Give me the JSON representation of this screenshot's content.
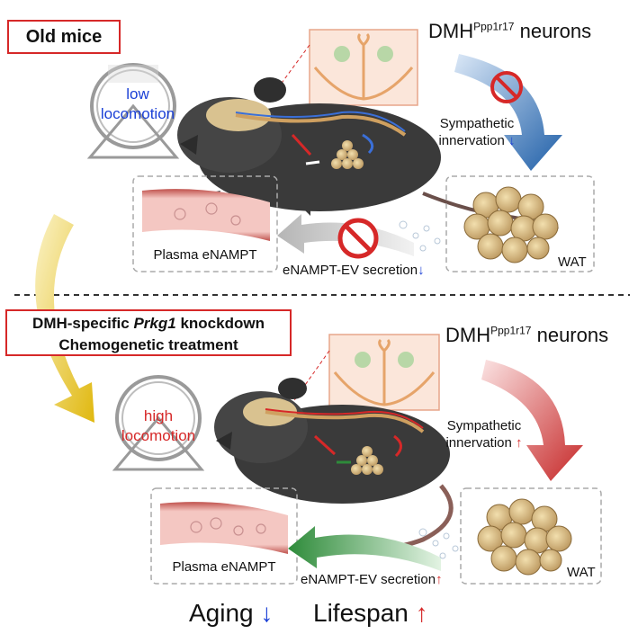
{
  "top_panel": {
    "label": "Old mice",
    "neurons_prefix": "DMH",
    "neurons_superscript": "Ppp1r17",
    "neurons_suffix": " neurons",
    "locomotion_line1": "low",
    "locomotion_line2": "locomotion",
    "sympathetic_line1": "Sympathetic",
    "sympathetic_line2": "innervation",
    "sympathetic_arrow": "↓",
    "plasma_label": "Plasma eNAMPT",
    "secretion_label": "eNAMPT-EV secretion",
    "secretion_arrow": "↓",
    "wat_label": "WAT"
  },
  "bottom_panel": {
    "label_line1_a": "DMH-specific ",
    "label_line1_b": "Prkg1",
    "label_line1_c": " knockdown",
    "label_line2": "Chemogenetic treatment",
    "neurons_prefix": "DMH",
    "neurons_superscript": "Ppp1r17",
    "neurons_suffix": " neurons",
    "locomotion_line1": "high",
    "locomotion_line2": "locomotion",
    "sympathetic_line1": "Sympathetic",
    "sympathetic_line2": "innervation",
    "sympathetic_arrow": "↑",
    "plasma_label": "Plasma eNAMPT",
    "secretion_label": "eNAMPT-EV secretion",
    "secretion_arrow": "↑",
    "wat_label": "WAT"
  },
  "footer": {
    "aging_label": "Aging",
    "aging_arrow": "↓",
    "lifespan_label": "Lifespan",
    "lifespan_arrow": "↑"
  },
  "colors": {
    "red": "#d62828",
    "blue": "#1a3fd6",
    "down_blue": "#1f5fa8",
    "up_red": "#c62828",
    "yellow": "#e8c81a",
    "green": "#2e8b3a",
    "mouse": "#3a3a3a",
    "fat": "#c9a96a"
  }
}
